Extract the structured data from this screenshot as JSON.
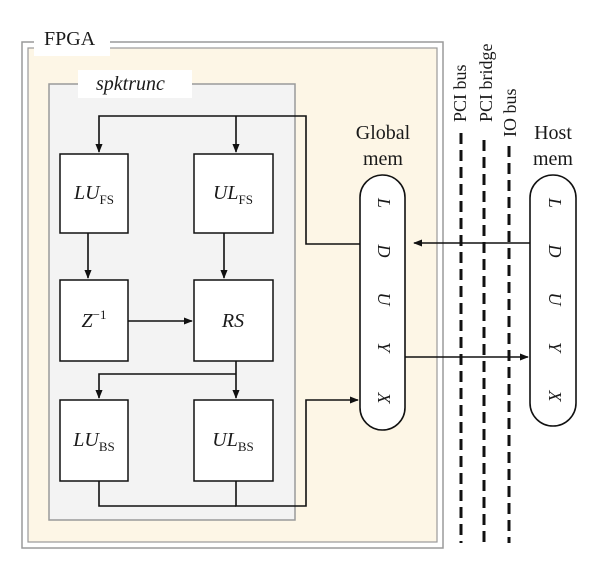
{
  "fpga": {
    "label": "FPGA"
  },
  "module": {
    "label": "spktrunc"
  },
  "blocks": {
    "lu_fs": {
      "main": "LU",
      "sub": "FS"
    },
    "ul_fs": {
      "main": "UL",
      "sub": "FS"
    },
    "z_inv": {
      "main": "Z",
      "sup": "−1"
    },
    "rs": {
      "main": "RS"
    },
    "lu_bs": {
      "main": "LU",
      "sub": "BS"
    },
    "ul_bs": {
      "main": "UL",
      "sub": "BS"
    }
  },
  "global_mem": {
    "label_line1": "Global",
    "label_line2": "mem",
    "items": [
      "L",
      "D",
      "U",
      "Y",
      "X"
    ]
  },
  "host_mem": {
    "label_line1": "Host",
    "label_line2": "mem",
    "items": [
      "L",
      "D",
      "U",
      "Y",
      "X"
    ]
  },
  "buses": [
    "PCI bus",
    "PCI bridge",
    "IO bus"
  ],
  "colors": {
    "fpga_fill": "#fdf6e6",
    "module_fill": "#f3f3f3",
    "frame": "#9a9a9a",
    "line": "#111111"
  }
}
